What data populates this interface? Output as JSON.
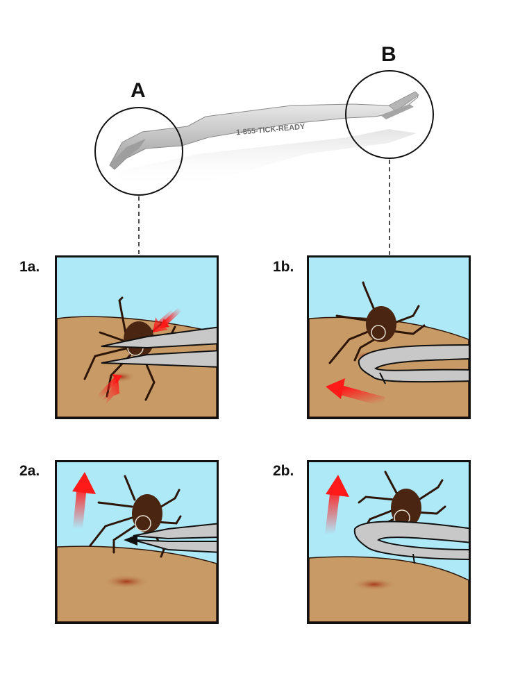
{
  "tweezers": {
    "imprint": "1-855-TICK-READY",
    "callout_a": "A",
    "callout_b": "B"
  },
  "steps": [
    {
      "id": "1a",
      "label": "1a."
    },
    {
      "id": "1b",
      "label": "1b."
    },
    {
      "id": "2a",
      "label": "2a."
    },
    {
      "id": "2b",
      "label": "2b."
    }
  ],
  "colors": {
    "sky": "#aee9f8",
    "skin": "#c79a66",
    "tick_body": "#4a2612",
    "tick_legs": "#2d1608",
    "steel": "#c8c8c8",
    "arrow": "#ff1a1a",
    "outline": "#111111"
  }
}
